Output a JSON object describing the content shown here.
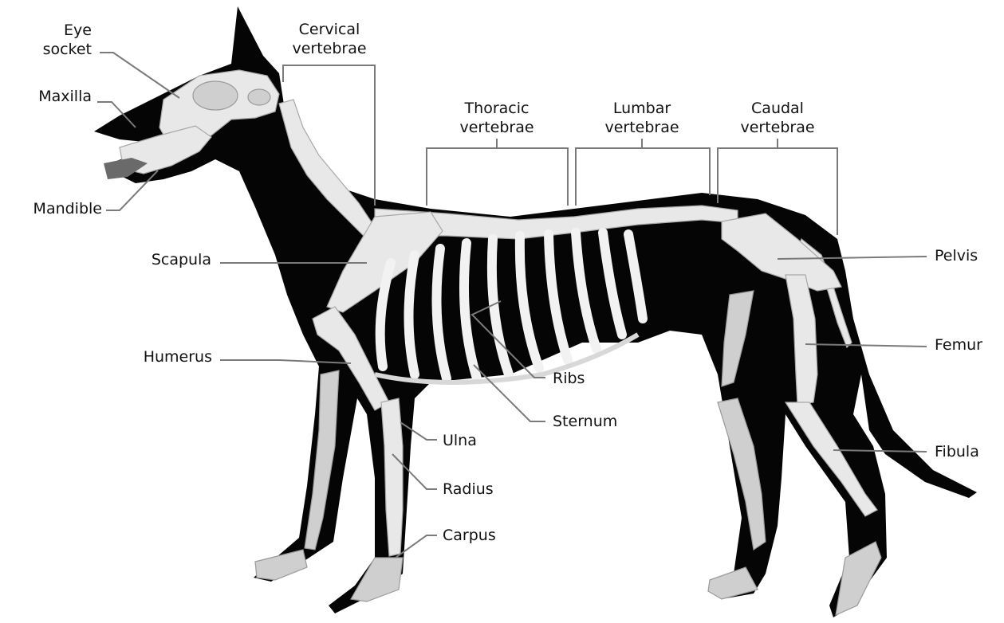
{
  "labels": {
    "eye_socket": "Eye\nsocket",
    "maxilla": "Maxilla",
    "mandible": "Mandible",
    "cervical": "Cervical\nvertebrae",
    "thoracic": "Thoracic\nvertebrae",
    "lumbar": "Lumbar\nvertebrae",
    "caudal": "Caudal\nvertebrae",
    "scapula": "Scapula",
    "humerus": "Humerus",
    "ribs": "Ribs",
    "sternum": "Sternum",
    "ulna": "Ulna",
    "radius": "Radius",
    "carpus": "Carpus",
    "pelvis": "Pelvis",
    "femur": "Femur",
    "fibula": "Fibula"
  },
  "colors": {
    "silhouette": "#000000",
    "bone": "#e8e8e8",
    "leader": "#7a7a7a"
  }
}
